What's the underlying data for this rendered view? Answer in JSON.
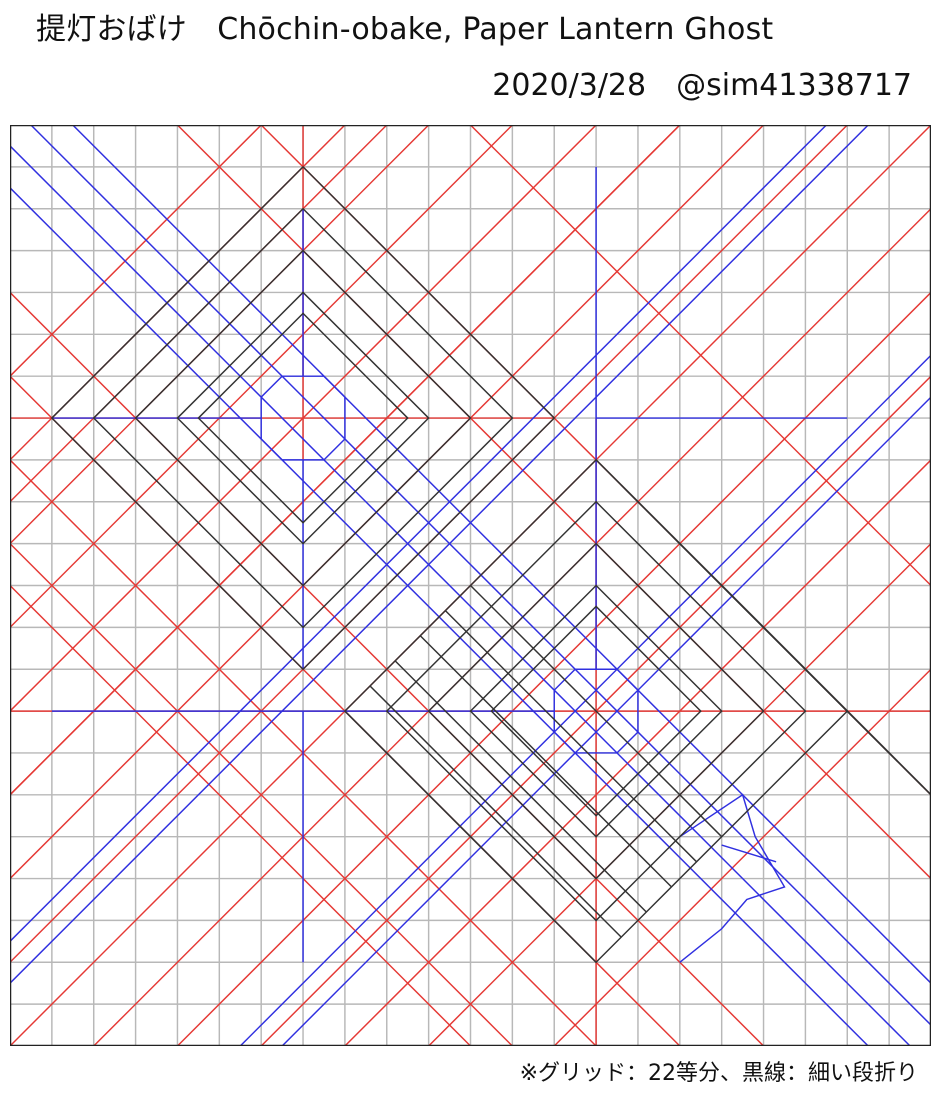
{
  "header": {
    "title": "提灯おばけ　Chōchin-obake, Paper Lantern Ghost",
    "date_author": "2020/3/28　@sim41338717"
  },
  "crease_pattern": {
    "grid_divisions": 22,
    "colors": {
      "grid": "#b8b8b8",
      "border": "#222222",
      "mountain": "#e53935",
      "valley": "#3030e0",
      "pleat": "#333333"
    }
  },
  "footer": {
    "note": "※グリッド：22等分、黒線：細い段折り"
  }
}
